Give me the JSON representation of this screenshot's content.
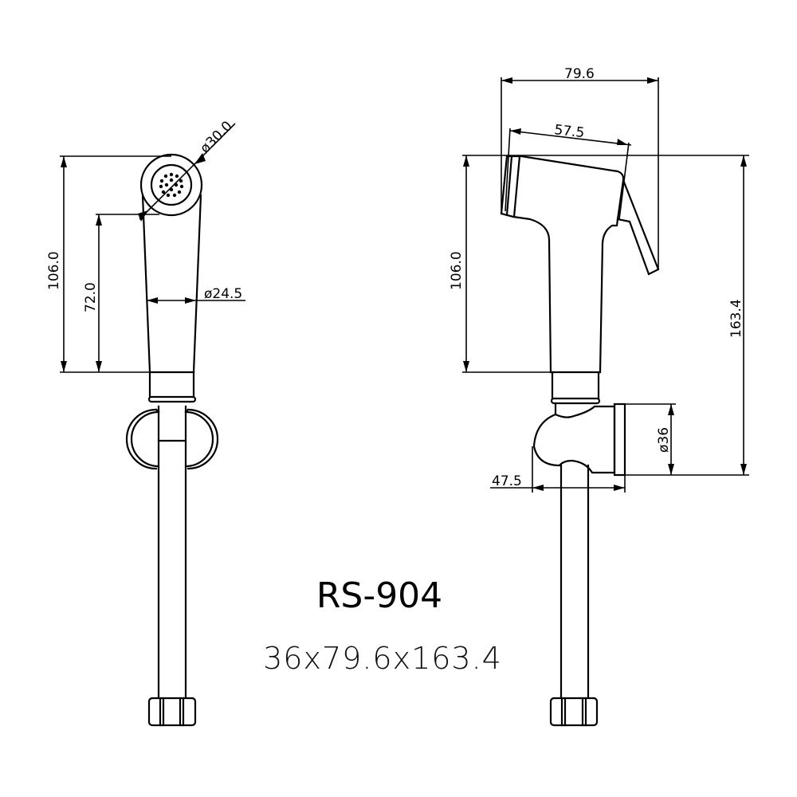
{
  "drawing": {
    "model": "RS-904",
    "overall_size": "36x79.6x163.4",
    "front_view": {
      "dimensions": {
        "head_diameter": "ø30.0",
        "handle_diameter": "ø24.5",
        "total_height": "106.0",
        "handle_height": "72.0"
      }
    },
    "side_view": {
      "dimensions": {
        "width": "79.6",
        "head_length": "57.5",
        "handle_height": "106.0",
        "total_height": "163.4",
        "holder_diameter": "ø36",
        "holder_depth": "47.5"
      }
    },
    "colors": {
      "line": "#000000",
      "background": "#ffffff"
    }
  }
}
